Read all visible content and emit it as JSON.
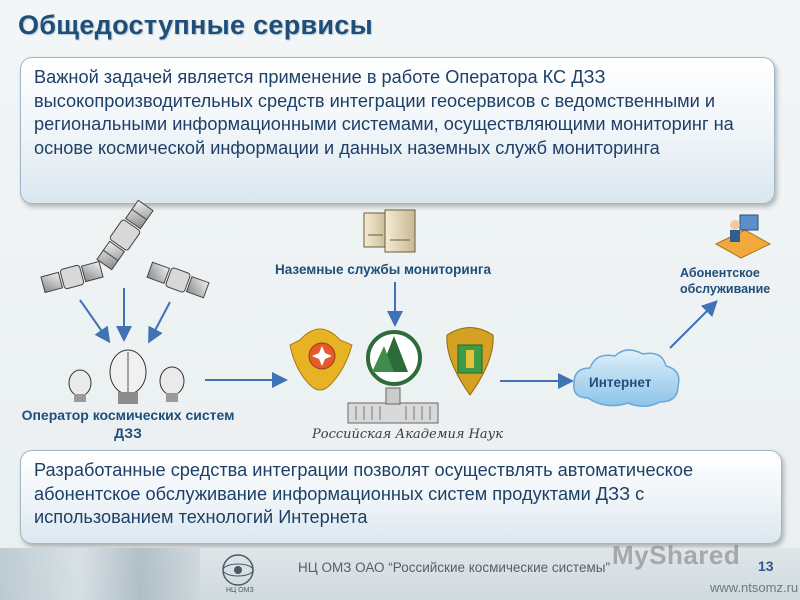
{
  "title": "Общедоступные сервисы",
  "box_top_text": "Важной задачей является применение в работе Оператора КС ДЗЗ высокопроизводительных средств интеграции геосервисов с ведомственными и региональными информационными системами, осуществляющими мониторинг на основе космической информации и данных наземных служб мониторинга",
  "box_bottom_text": "Разработанные средства интеграции позволят осуществлять автоматическое абонентское обслуживание информационных систем продуктами ДЗЗ с использованием технологий Интернета",
  "labels": {
    "ground_services": "Наземные службы мониторинга",
    "subscriber_line1": "Абонентское",
    "subscriber_line2": "обслуживание",
    "operator_line1": "Оператор космических систем",
    "operator_line2": "ДЗЗ",
    "internet": "Интернет",
    "academy": "Российская Академия Наук"
  },
  "footer": {
    "text": "НЦ ОМЗ ОАО “Российские космические системы”",
    "page_number": "13",
    "website": "www.ntsomz.ru",
    "watermark": "MyShared",
    "logo_caption": "НЦ ОМЗ"
  },
  "icons": [
    "satellite-icon",
    "ground-station-icon",
    "server-icon",
    "emercom-emblem-icon",
    "forestry-emblem-icon",
    "ministry-emblem-icon",
    "academy-building-icon",
    "cloud-icon",
    "subscriber-workstation-icon",
    "arrow-icon"
  ],
  "colors": {
    "title": "#1f4e79",
    "text": "#1e3f66",
    "arrow": "#3f73b5",
    "cloud": "#a9d3ef"
  }
}
